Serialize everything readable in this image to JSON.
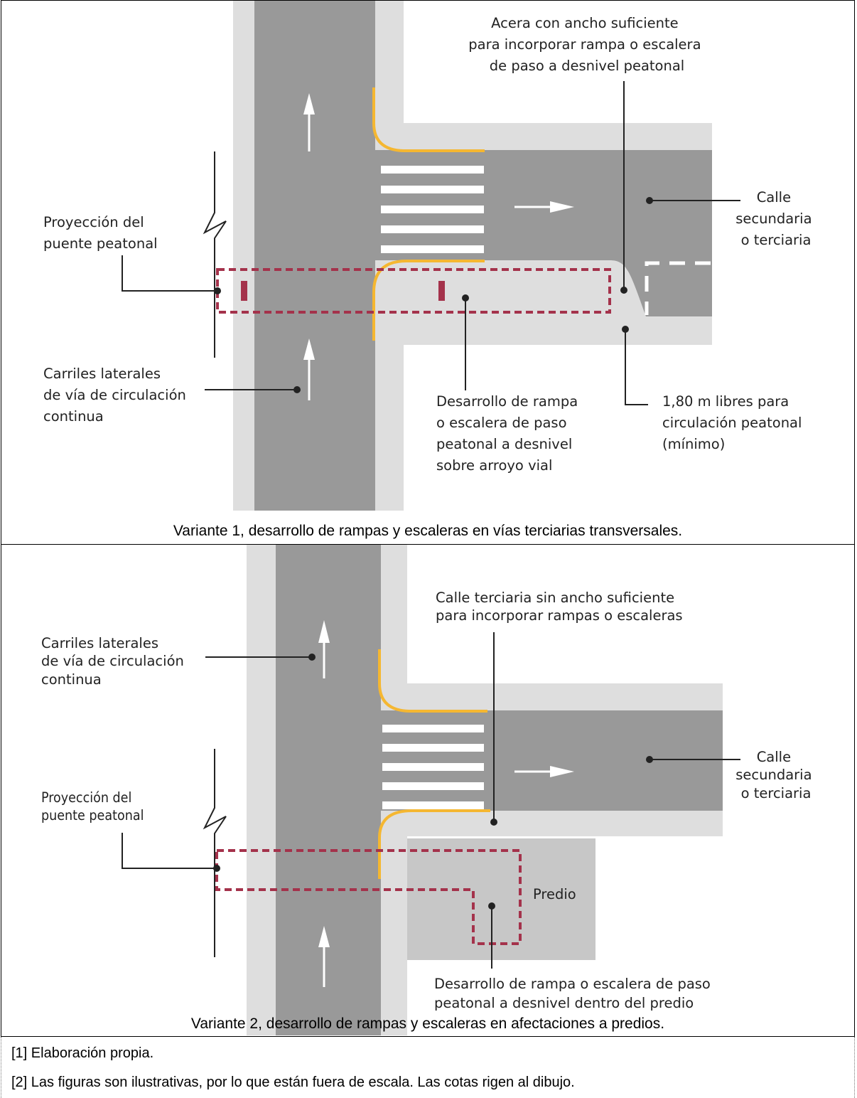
{
  "colors": {
    "road": "#999999",
    "sidewalk": "#dedede",
    "predio": "#c7c7c7",
    "crossing": "#ffffff",
    "curb": "#f5b731",
    "projection": "#a4324b",
    "leader": "#222222"
  },
  "variant1": {
    "label_acera": [
      "Acera con ancho suficiente",
      "para incorporar rampa o escalera",
      "de paso a desnivel peatonal"
    ],
    "label_calle": [
      "Calle",
      "secundaria",
      "o terciaria"
    ],
    "label_proyeccion": [
      "Proyección del",
      "puente peatonal"
    ],
    "label_carriles": [
      "Carriles laterales",
      "de vía de circulación",
      "continua"
    ],
    "label_desarrollo": [
      "Desarrollo de rampa",
      "o escalera de paso",
      "peatonal a desnivel",
      "sobre arroyo vial"
    ],
    "label_libres": [
      "1,80 m libres para",
      "circulación peatonal",
      "(mínimo)"
    ],
    "caption": "Variante 1, desarrollo de rampas y escaleras en vías terciarias transversales."
  },
  "variant2": {
    "label_calle_terciaria": [
      "Calle terciaria sin ancho suficiente",
      "para incorporar rampas o escaleras"
    ],
    "label_carriles": [
      "Carriles laterales",
      "de vía de circulación",
      "continua"
    ],
    "label_calle": [
      "Calle",
      "secundaria",
      "o terciaria"
    ],
    "label_proyeccion": [
      "Proyección del",
      "puente peatonal"
    ],
    "label_predio": "Predio",
    "label_desarrollo": [
      "Desarrollo de rampa o escalera de paso",
      "peatonal a desnivel dentro del predio"
    ],
    "caption": "Variante 2, desarrollo de rampas y escaleras en afectaciones a predios."
  },
  "notes": [
    "[1] Elaboración propia.",
    "[2] Las figuras son ilustrativas, por lo que están fuera de escala. Las cotas rigen al dibujo."
  ]
}
